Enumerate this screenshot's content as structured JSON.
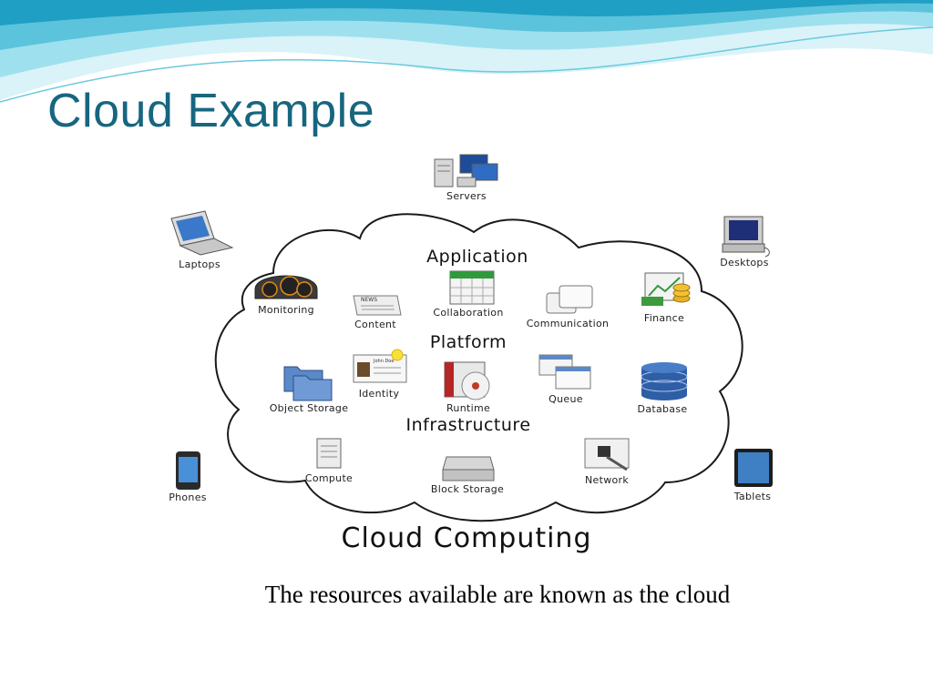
{
  "slide": {
    "title": "Cloud Example",
    "caption": "The resources available are known as the cloud"
  },
  "diagram": {
    "heading": "Cloud Computing",
    "layers": {
      "application": "Application",
      "platform": "Platform",
      "infrastructure": "Infrastructure"
    },
    "outside_nodes": {
      "servers": "Servers",
      "laptops": "Laptops",
      "desktops": "Desktops",
      "phones": "Phones",
      "tablets": "Tablets"
    },
    "application_items": {
      "monitoring": "Monitoring",
      "content": "Content",
      "collaboration": "Collaboration",
      "communication": "Communication",
      "finance": "Finance"
    },
    "platform_items": {
      "object_storage": "Object Storage",
      "identity": "Identity",
      "runtime": "Runtime",
      "queue": "Queue",
      "database": "Database"
    },
    "infrastructure_items": {
      "compute": "Compute",
      "block_storage": "Block Storage",
      "network": "Network"
    },
    "icon_text": {
      "news": "NEWS",
      "john_doe": "John Doe"
    }
  },
  "colors": {
    "title": "#17667f",
    "wave_light": "#bfe9f2",
    "wave_mid": "#5cc3dc",
    "wave_dark": "#1f9fc3"
  }
}
